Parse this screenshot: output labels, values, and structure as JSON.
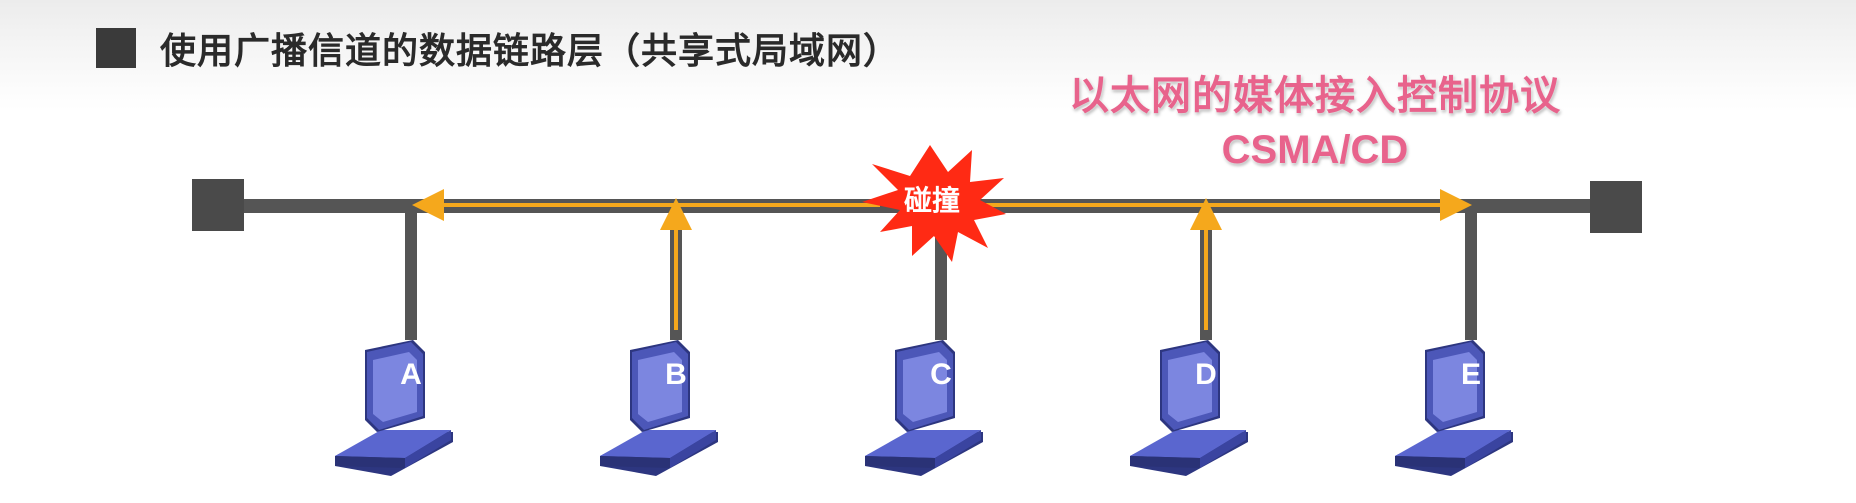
{
  "slide": {
    "title": "使用广播信道的数据链路层（共享式局域网）"
  },
  "protocol": {
    "name_line1": "以太网的媒体接入控制协议",
    "name_line2": "CSMA/CD"
  },
  "collision": {
    "label": "碰撞"
  },
  "hosts": [
    {
      "label": "A"
    },
    {
      "label": "B"
    },
    {
      "label": "C"
    },
    {
      "label": "D"
    },
    {
      "label": "E"
    }
  ],
  "colors": {
    "bus": "#555555",
    "signal": "#f5a81c",
    "collision": "#ff2a14",
    "protocol_text": "#e8638c",
    "laptop": "#4c57b8"
  },
  "icons": [
    "bus-terminator-icon",
    "laptop-icon",
    "collision-burst-icon",
    "arrow-icon"
  ]
}
